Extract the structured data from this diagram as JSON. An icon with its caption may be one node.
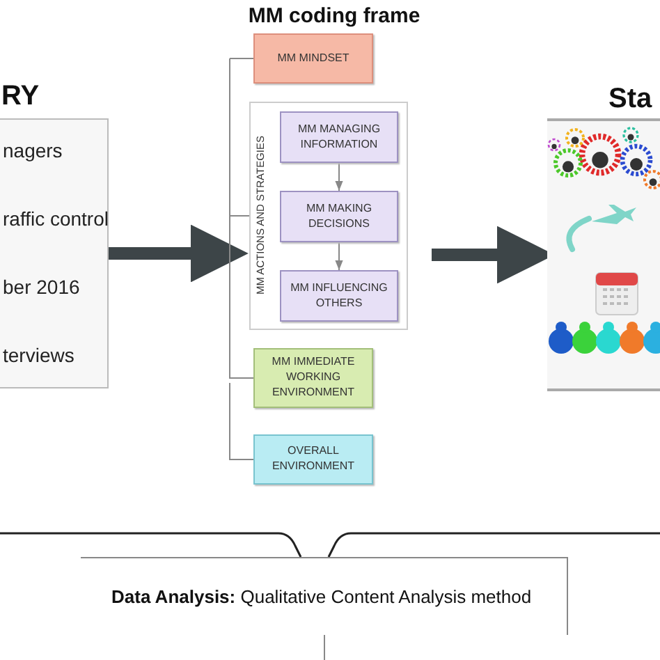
{
  "diagram": {
    "title": "MM coding frame",
    "nodes": [
      {
        "text": [
          "RY",
          "nagers",
          "raffic control",
          "ber 2016",
          "terviews"
        ]
      },
      {
        "text": [
          "MM MINDSET"
        ]
      },
      {
        "text": [
          "MM ACTIONS AND STRATEGIES"
        ]
      },
      {
        "text": [
          "MM MANAGING INFORMATION"
        ],
        "in": 2
      },
      {
        "text": [
          "MM MAKING DECISIONS"
        ],
        "in": 2
      },
      {
        "text": [
          "MM INFLUENCING OTHERS"
        ],
        "in": 2
      },
      {
        "text": [
          "MM IMMEDIATE WORKING ENVIRONMENT"
        ]
      },
      {
        "text": [
          "OVERALL ENVIRONMENT"
        ]
      },
      {
        "text": [
          "Sta"
        ]
      },
      {
        "text": [
          "**Data Analysis:** Qualitative Content Analysis method"
        ]
      }
    ],
    "edges": [
      {
        "from": 0,
        "to": 2,
        "arrow": "to",
        "style": "thick",
        "color": "#3d4548"
      },
      {
        "from": null,
        "to": 8,
        "arrow": "to",
        "style": "thick",
        "color": "#3d4548"
      },
      {
        "from": null,
        "to": 1,
        "arrow": "none"
      },
      {
        "from": null,
        "to": 2,
        "arrow": "none"
      },
      {
        "from": null,
        "to": 6,
        "arrow": "none"
      },
      {
        "from": null,
        "to": 7,
        "arrow": "none"
      },
      {
        "from": 3,
        "to": 4,
        "arrow": "to"
      },
      {
        "from": 4,
        "to": 5,
        "arrow": "to"
      },
      {
        "from": 9,
        "to": null,
        "arrow": "none"
      }
    ]
  }
}
